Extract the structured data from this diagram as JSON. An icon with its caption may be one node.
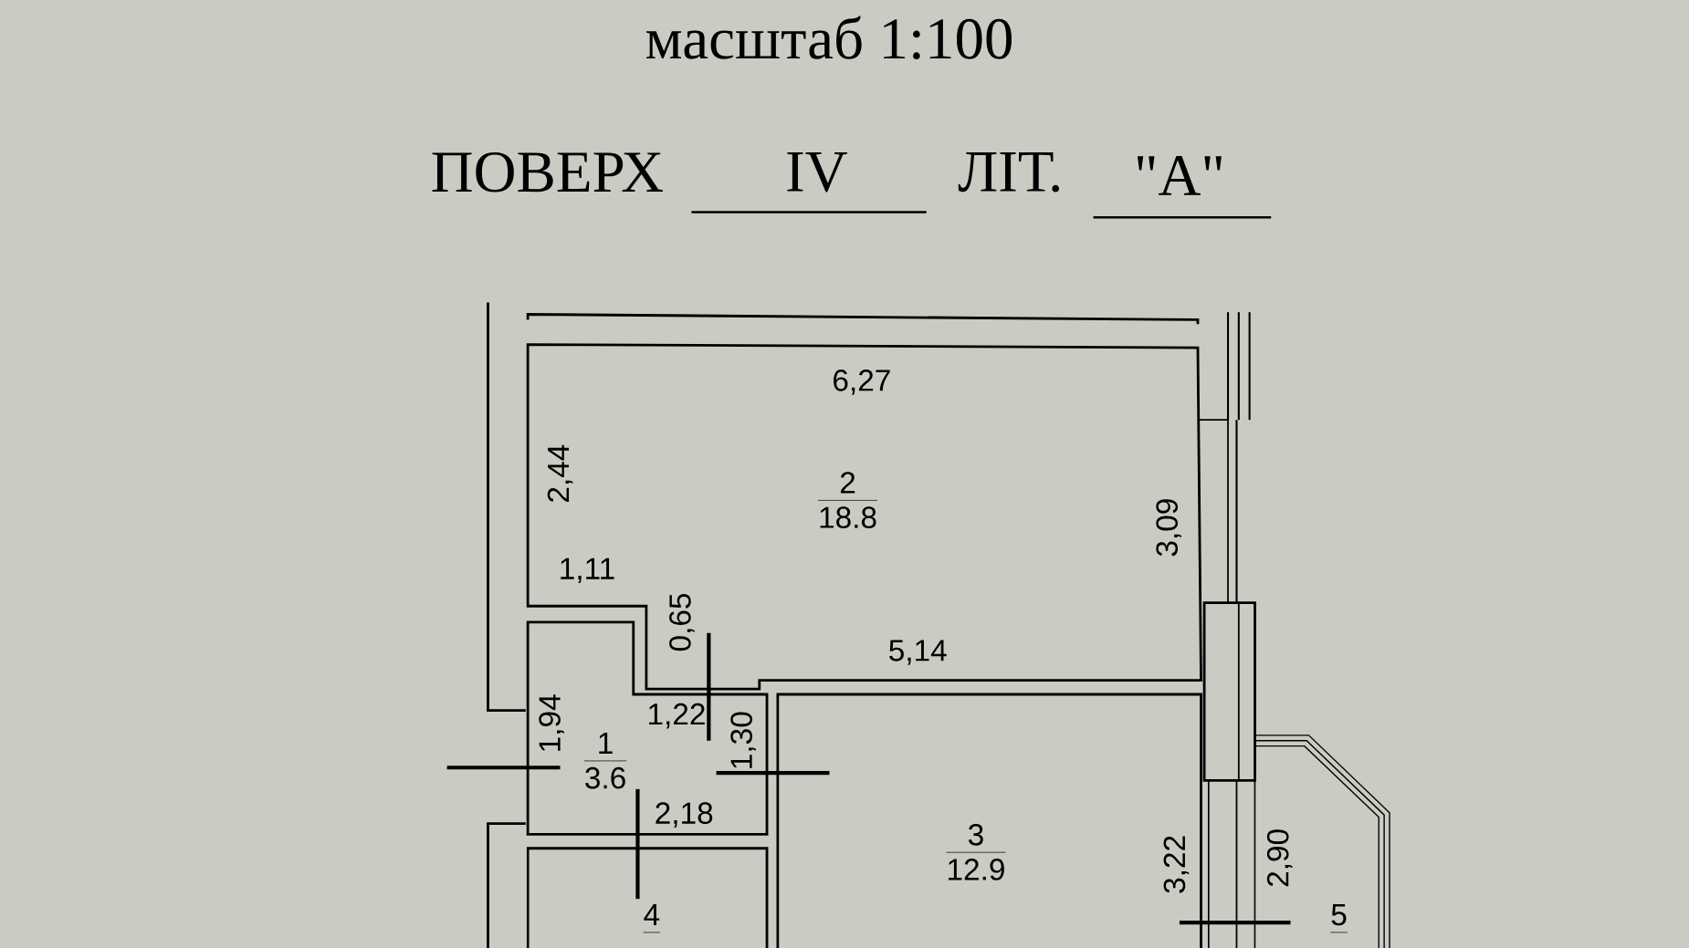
{
  "diagram": {
    "title": "масштаб 1:100",
    "nodes": [
      {
        "text": [
          "2",
          "18.8"
        ]
      },
      {
        "text": [
          "1",
          "3.6"
        ]
      },
      {
        "text": [
          "3",
          "12.9"
        ]
      },
      {
        "text": [
          "4"
        ]
      },
      {
        "text": [
          "5"
        ]
      }
    ],
    "edges": [],
    "labels": [
      "ПОВЕРХ",
      "IV",
      "ЛІТ.",
      "\"А\"",
      "6,27",
      "2,44",
      "3,09",
      "1,11",
      "0,65",
      "5,14",
      "1,22",
      "1,94",
      "1,30",
      "2,18",
      "3,22",
      "2,90"
    ]
  }
}
